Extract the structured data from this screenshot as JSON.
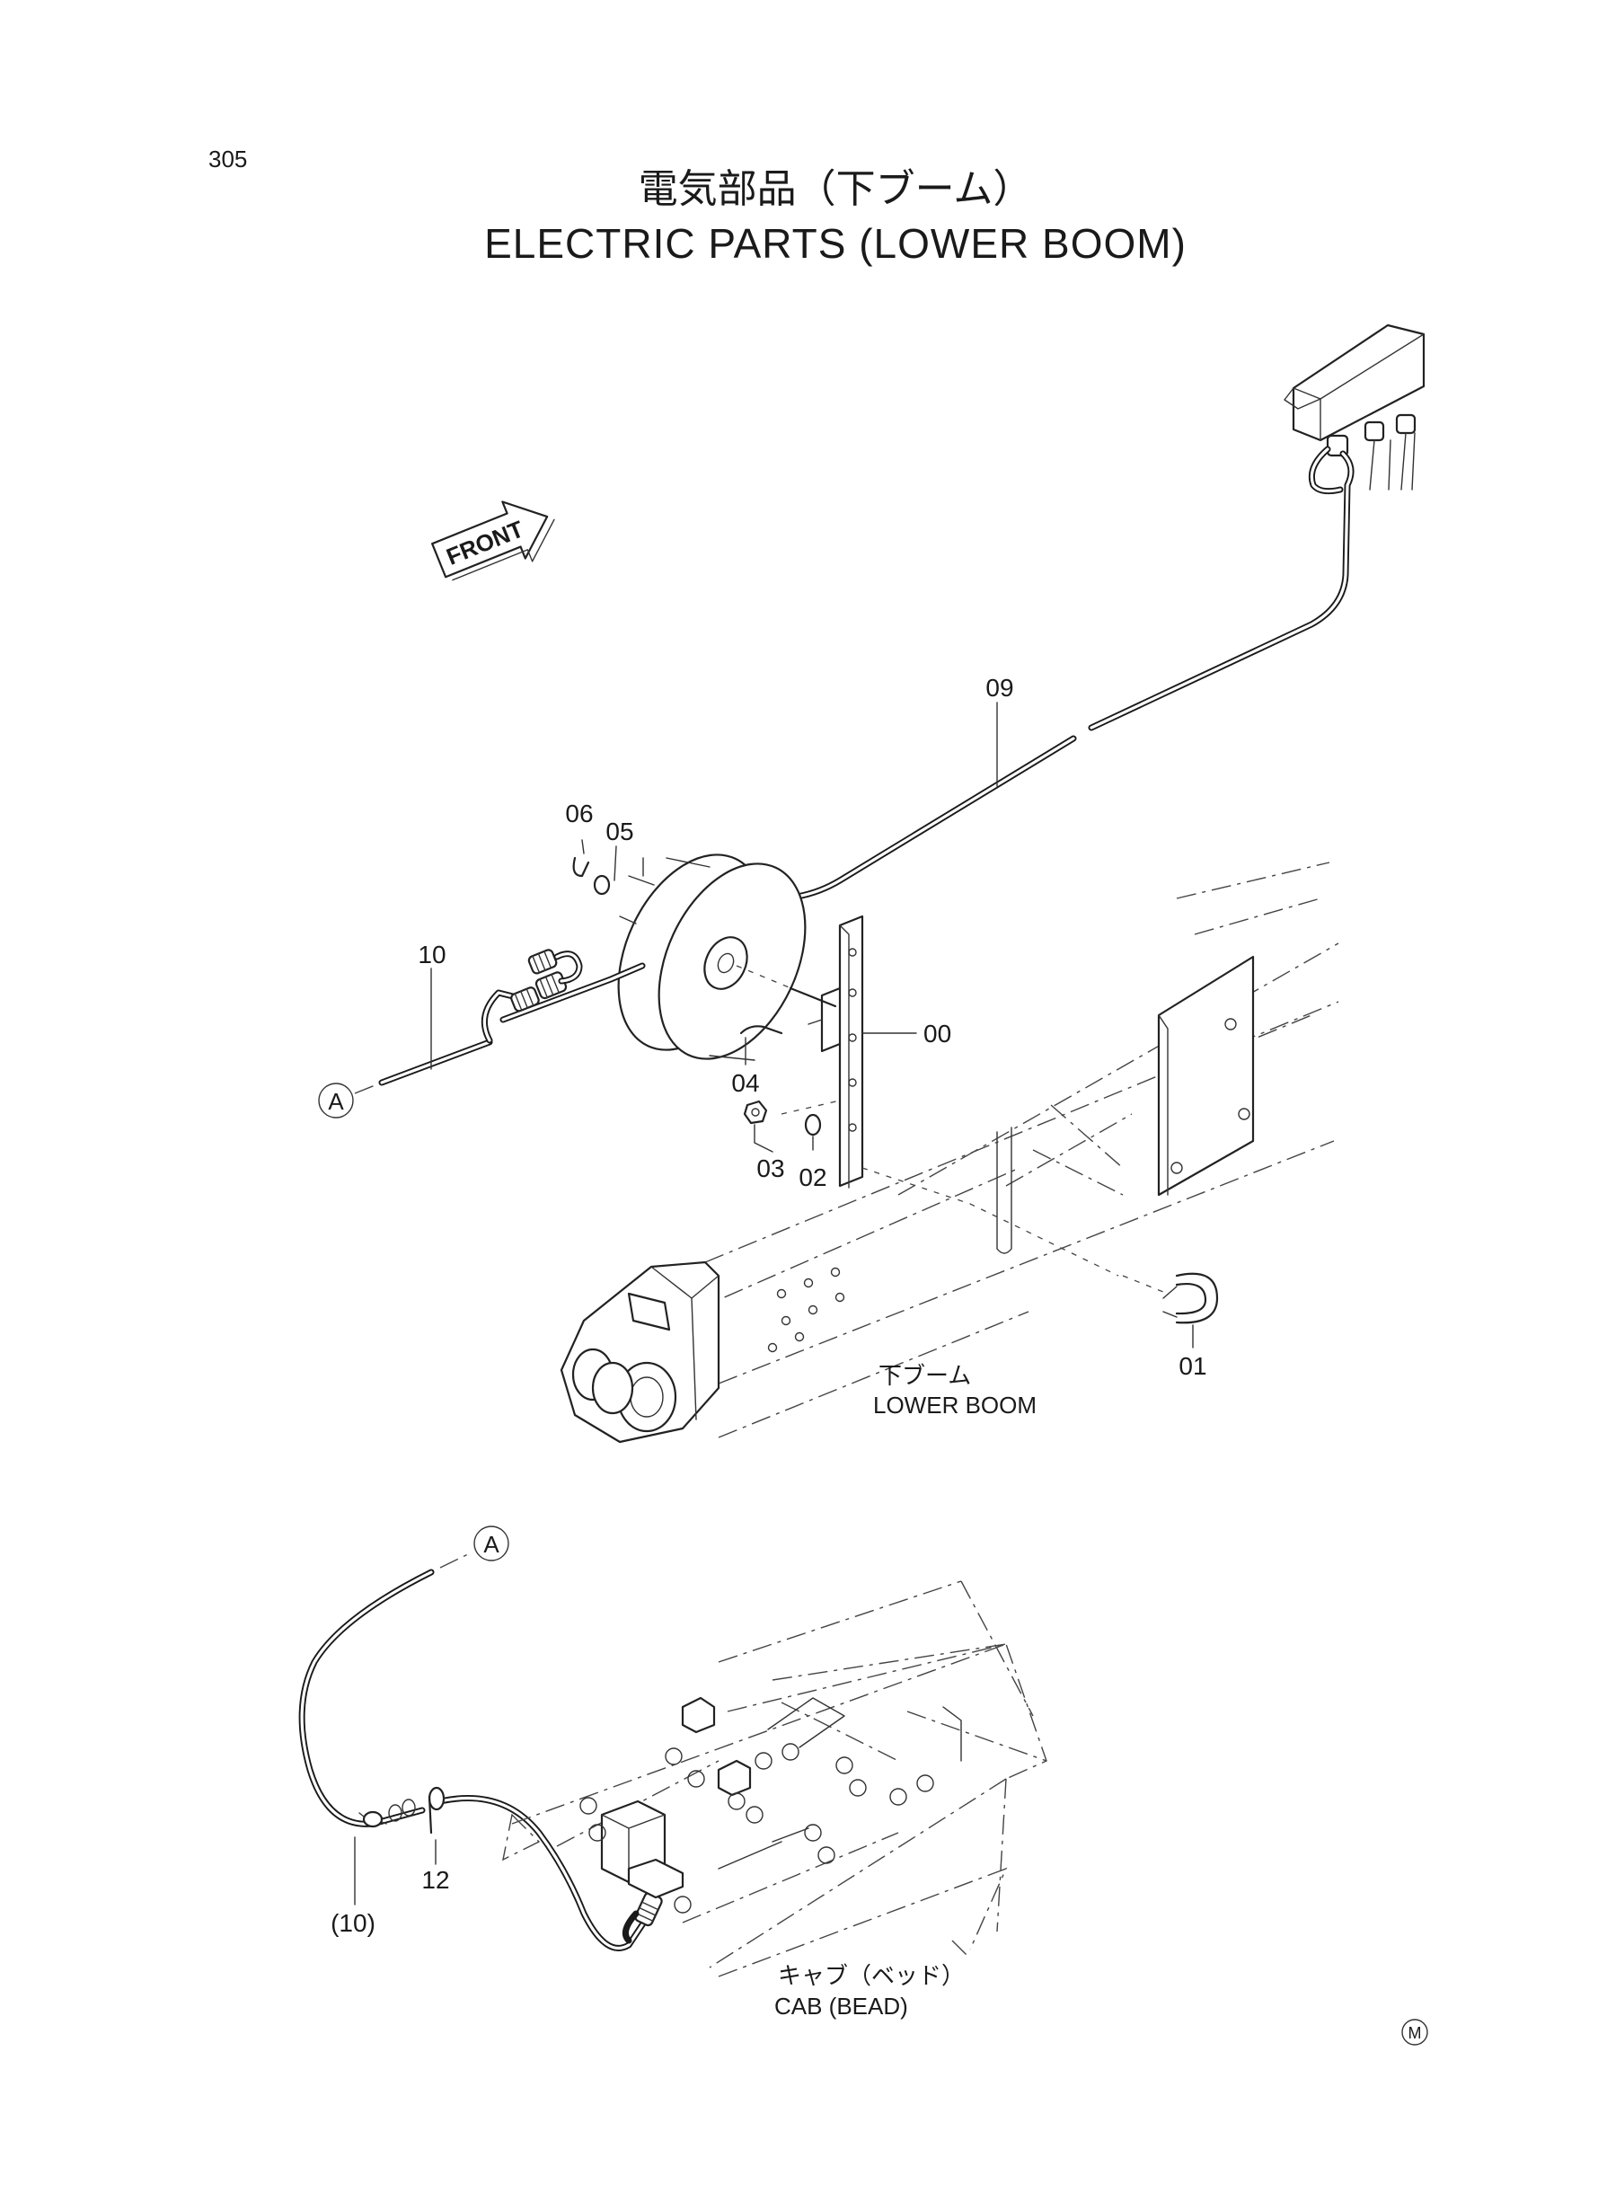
{
  "page_number": "305",
  "title_jp": "電気部品（下ブーム）",
  "title_en": "ELECTRIC PARTS (LOWER BOOM)",
  "front_label": "FRONT",
  "callouts": {
    "p00": "00",
    "p01": "01",
    "p02": "02",
    "p03": "03",
    "p04": "04",
    "p05": "05",
    "p06": "06",
    "p09": "09",
    "p10": "10",
    "p10_ref": "(10)",
    "p12": "12"
  },
  "connector_ref": "A",
  "lower_boom_jp": "下ブーム",
  "lower_boom_en": "LOWER BOOM",
  "cab_jp": "キャブ（ベッド）",
  "cab_en": "CAB (BEAD)",
  "corner_mark": "M"
}
